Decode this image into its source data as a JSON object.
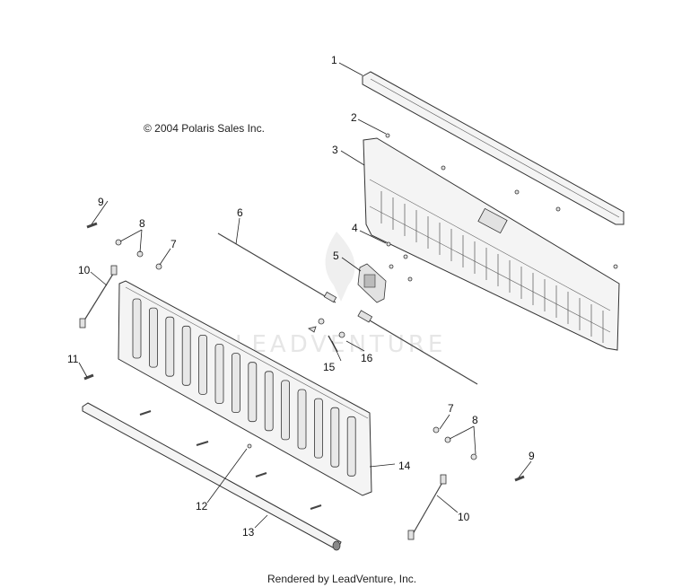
{
  "copyright": "© 2004 Polaris Sales Inc.",
  "footer": "Rendered by LeadVenture, Inc.",
  "watermark": "LEADVENTURE",
  "callouts": [
    "1",
    "2",
    "3",
    "4",
    "5",
    "6",
    "7",
    "8",
    "9",
    "10",
    "11",
    "12",
    "13",
    "14",
    "15",
    "16",
    "7",
    "8",
    "9",
    "10"
  ]
}
